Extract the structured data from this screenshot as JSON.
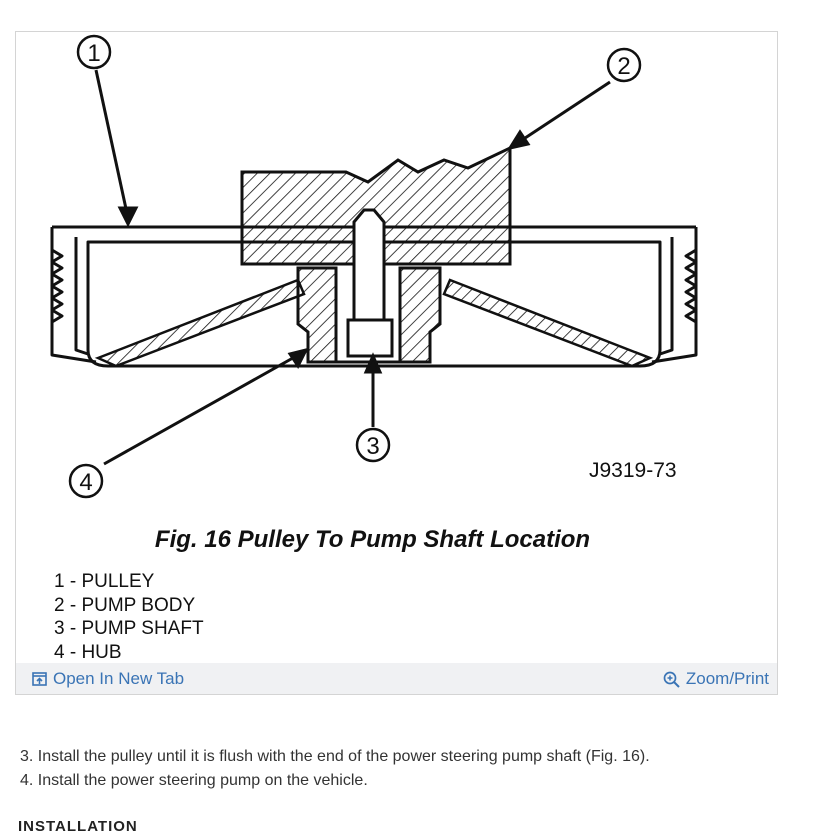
{
  "figure": {
    "callouts": [
      "1",
      "2",
      "3",
      "4"
    ],
    "figure_code": "J9319-73",
    "caption": "Fig. 16 Pulley To Pump Shaft Location",
    "legend": [
      "1 - PULLEY",
      "2 - PUMP BODY",
      "3 - PUMP SHAFT",
      "4 - HUB"
    ]
  },
  "toolbar": {
    "open_tab_label": "Open In New Tab",
    "open_tab_icon": "open-new-tab-icon",
    "zoom_label": "Zoom/Print",
    "zoom_icon": "zoom-in-icon",
    "link_color": "#3a74b5"
  },
  "instructions": [
    "3. Install the pulley until it is flush with the end of the power steering pump shaft (Fig. 16).",
    "4. Install the power steering pump on the vehicle."
  ],
  "next_section": "INSTALLATION"
}
